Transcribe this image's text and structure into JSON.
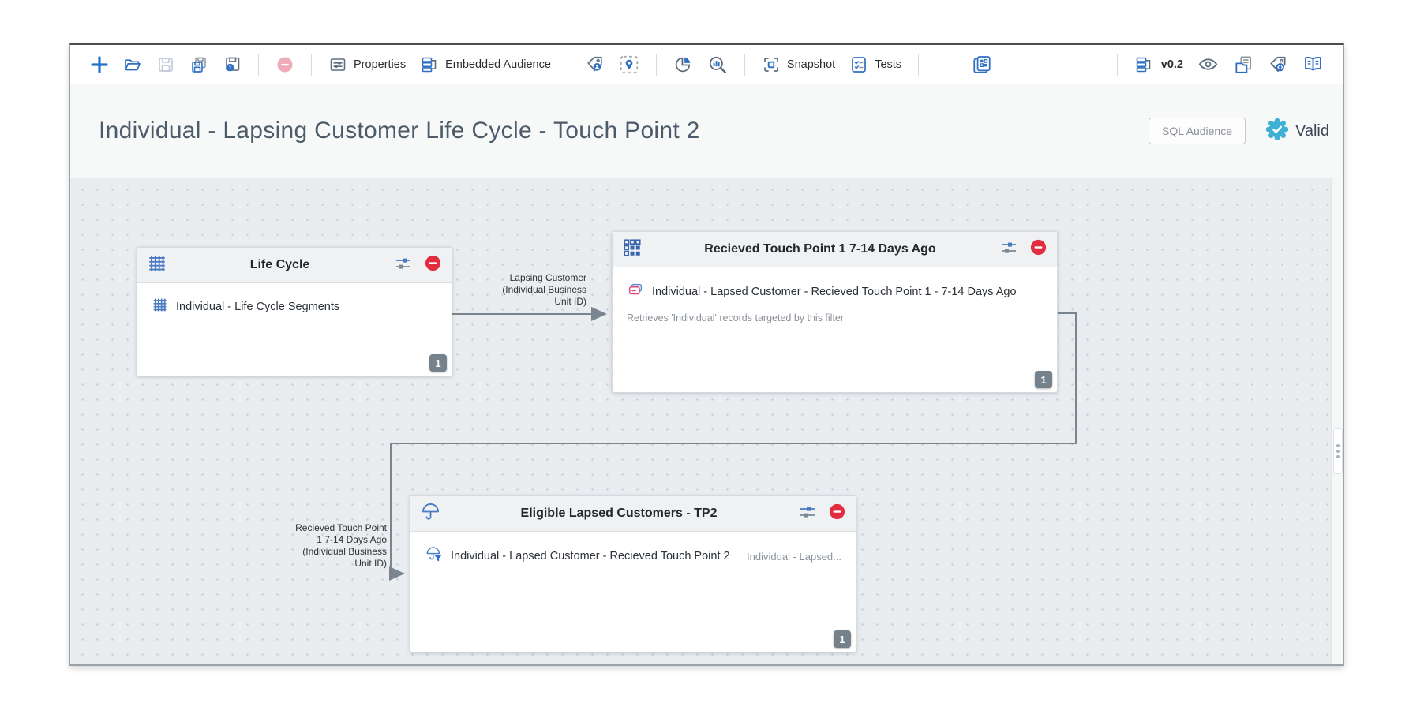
{
  "toolbar": {
    "properties": "Properties",
    "embedded_audience": "Embedded Audience",
    "snapshot": "Snapshot",
    "tests": "Tests",
    "version": "v0.2",
    "left_icons": [
      "new",
      "open",
      "save",
      "save-copy",
      "save-version",
      "remove"
    ],
    "middle_icons": [
      "tag-user",
      "location-select",
      "pie-chart",
      "chart-search",
      "gallery"
    ],
    "right_icons": [
      "versions",
      "preview-eye",
      "copy-pages",
      "tag-code",
      "documentation-book"
    ]
  },
  "header": {
    "title": "Individual - Lapsing Customer Life Cycle - Touch Point 2",
    "audience_type_button": "SQL Audience",
    "status": "Valid"
  },
  "canvas": {
    "nodes": [
      {
        "title": "Life Cycle",
        "icon": "grid",
        "count": "1",
        "items": [
          {
            "icon": "grid",
            "label": "Individual - Life Cycle Segments"
          }
        ]
      },
      {
        "title": "Recieved Touch Point 1 7-14 Days Ago",
        "icon": "dot-grid",
        "count": "1",
        "items": [
          {
            "icon": "segment-cards",
            "label": "Individual - Lapsed Customer - Recieved Touch Point 1 - 7-14 Days Ago"
          }
        ],
        "description": "Retrieves 'Individual' records targeted by this filter"
      },
      {
        "title": "Eligible Lapsed Customers - TP2",
        "icon": "umbrella",
        "count": "1",
        "items": [
          {
            "icon": "umbrella-filter",
            "label": "Individual - Lapsed Customer - Recieved Touch Point 2",
            "secondary": "Individual - Lapsed..."
          }
        ]
      }
    ],
    "connections": [
      {
        "label": "Lapsing Customer (Individual Business Unit ID)",
        "lines": [
          "Lapsing Customer",
          "(Individual Business",
          "Unit ID)"
        ]
      },
      {
        "label": "Recieved Touch Point 1 7-14 Days Ago (Individual Business Unit ID)",
        "lines": [
          "Recieved Touch Point",
          "1 7-14 Days Ago",
          "(Individual Business",
          "Unit ID)"
        ]
      }
    ]
  },
  "colors": {
    "accent_blue": "#2e6fc2",
    "icon_slate": "#5d6e7e",
    "danger_red": "#e12d3f",
    "disabled_pink": "#f0abb8",
    "disabled_blue": "#c2cbdc",
    "valid_teal": "#3fb0d5",
    "connector_gray": "#7b858e"
  }
}
